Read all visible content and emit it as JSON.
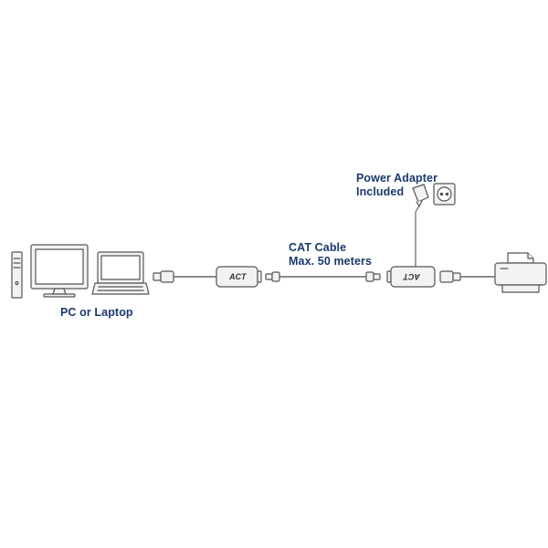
{
  "labels": {
    "pc": "PC or Laptop",
    "cable_line1": "CAT Cable",
    "cable_line2": "Max. 50 meters",
    "power_line1": "Power Adapter",
    "power_line2": "Included"
  },
  "devices": {
    "transmitter_logo": "ACT",
    "receiver_logo": "ACT"
  },
  "colors": {
    "label": "#1a3a6b",
    "outline": "#555555",
    "fill": "#f2f2f2",
    "cable": "#666666"
  },
  "icons": [
    "pc-tower-icon",
    "monitor-icon",
    "laptop-icon",
    "usb-plug-icon",
    "extender-icon",
    "rj45-plug-icon",
    "power-adapter-icon",
    "wall-socket-icon",
    "printer-icon"
  ]
}
